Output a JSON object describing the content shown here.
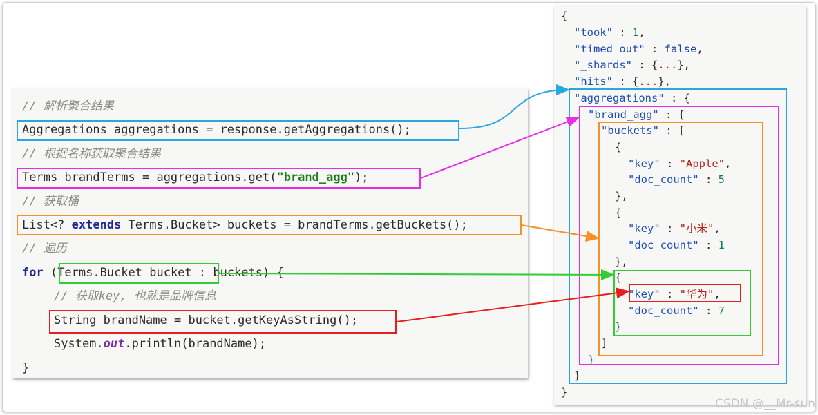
{
  "java": {
    "c1": "// 解析聚合结果",
    "l1": "Aggregations aggregations = response.getAggregations();",
    "c2": "// 根据名称获取聚合结果",
    "l2a": "Terms brandTerms = aggregations.get(",
    "l2s": "\"brand_agg\"",
    "l2b": ");",
    "c3": "// 获取桶",
    "l3a": "List<? ",
    "l3kw": "extends",
    "l3b": " Terms.Bucket> buckets = brandTerms.getBuckets();",
    "c4": "// 遍历",
    "l4kw": "for",
    "l4a": " (Terms.Bucket bucket : buckets) {",
    "c5": "// 获取key, 也就是品牌信息",
    "l5": "String brandName = bucket.getKeyAsString();",
    "l6a": "System.",
    "l6f": "out",
    "l6b": ".println(brandName);",
    "l7": "}"
  },
  "json": {
    "open": "{",
    "took_k": "\"took\"",
    "took_v": "1",
    "timed_k": "\"timed_out\"",
    "timed_v": "false",
    "shards_k": "\"_shards\"",
    "hits_k": "\"hits\"",
    "dots": "...",
    "aggs_k": "\"aggregations\"",
    "brand_k": "\"brand_agg\"",
    "buckets_k": "\"buckets\"",
    "key_k": "\"key\"",
    "doc_k": "\"doc_count\"",
    "b1_key": "\"Apple\"",
    "b1_doc": "5",
    "b2_key": "\"小米\"",
    "b2_doc": "1",
    "b3_key": "\"华为\"",
    "b3_doc": "7",
    "close": "}"
  },
  "colors": {
    "blue": "#29a8e0",
    "magenta": "#e62ee6",
    "orange": "#f4922a",
    "green": "#33cc33",
    "red": "#e61e1e"
  },
  "watermark": "CSDN @__Mr-sun"
}
